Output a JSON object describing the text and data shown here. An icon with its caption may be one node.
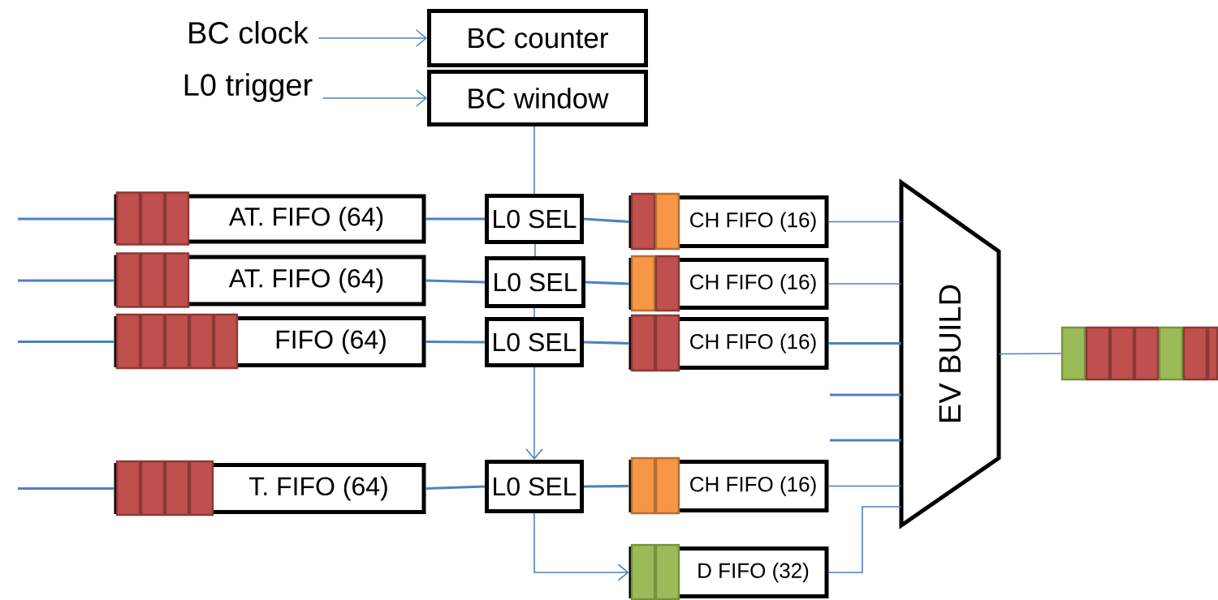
{
  "diagram": {
    "nodes": [
      {
        "text": [
          "BC clock"
        ]
      },
      {
        "text": [
          "BC counter"
        ]
      },
      {
        "text": [
          "L0 trigger"
        ]
      },
      {
        "text": [
          "BC window"
        ]
      },
      {
        "text": [
          "AT. FIFO (64)"
        ]
      },
      {
        "text": [
          "AT. FIFO (64)"
        ]
      },
      {
        "text": [
          "FIFO (64)"
        ]
      },
      {
        "text": [
          "T. FIFO (64)"
        ]
      },
      {
        "text": [
          "L0 SEL"
        ]
      },
      {
        "text": [
          "L0 SEL"
        ]
      },
      {
        "text": [
          "L0 SEL"
        ]
      },
      {
        "text": [
          "L0 SEL"
        ]
      },
      {
        "text": [
          "CH FIFO (16)"
        ]
      },
      {
        "text": [
          "CH FIFO (16)"
        ]
      },
      {
        "text": [
          "CH FIFO (16)"
        ]
      },
      {
        "text": [
          "CH FIFO (16)"
        ]
      },
      {
        "text": [
          "D FIFO (32)"
        ]
      },
      {
        "text": [
          "EV BUILD"
        ]
      },
      {
        "text": [],
        "shape": "bar"
      }
    ],
    "edges": [
      {
        "from": 0,
        "to": 1,
        "arrow": "to"
      },
      {
        "from": 2,
        "to": 3,
        "arrow": "to"
      },
      {
        "from": 3,
        "to": 8,
        "arrow": "none"
      },
      {
        "from": 8,
        "to": 9,
        "arrow": "none"
      },
      {
        "from": 9,
        "to": 10,
        "arrow": "none"
      },
      {
        "from": 10,
        "to": 11,
        "arrow": "to"
      },
      {
        "from": null,
        "to": 4,
        "arrow": "none"
      },
      {
        "from": null,
        "to": 5,
        "arrow": "none"
      },
      {
        "from": null,
        "to": 6,
        "arrow": "none"
      },
      {
        "from": null,
        "to": 7,
        "arrow": "none"
      },
      {
        "from": 4,
        "to": 8,
        "arrow": "none"
      },
      {
        "from": 5,
        "to": 9,
        "arrow": "none"
      },
      {
        "from": 6,
        "to": 10,
        "arrow": "none"
      },
      {
        "from": 7,
        "to": 11,
        "arrow": "none"
      },
      {
        "from": 8,
        "to": 12,
        "arrow": "none"
      },
      {
        "from": 9,
        "to": 13,
        "arrow": "none"
      },
      {
        "from": 10,
        "to": 14,
        "arrow": "none"
      },
      {
        "from": 11,
        "to": 15,
        "arrow": "none"
      },
      {
        "from": 12,
        "to": 17,
        "arrow": "none"
      },
      {
        "from": 13,
        "to": 17,
        "arrow": "none"
      },
      {
        "from": 14,
        "to": 17,
        "arrow": "none"
      },
      {
        "from": null,
        "to": 17,
        "arrow": "none"
      },
      {
        "from": null,
        "to": 17,
        "arrow": "none"
      },
      {
        "from": 15,
        "to": 17,
        "arrow": "none"
      },
      {
        "from": 11,
        "to": 16,
        "arrow": "to"
      },
      {
        "from": 16,
        "to": 17,
        "arrow": "none"
      },
      {
        "from": 17,
        "to": 18,
        "arrow": "none"
      }
    ]
  }
}
